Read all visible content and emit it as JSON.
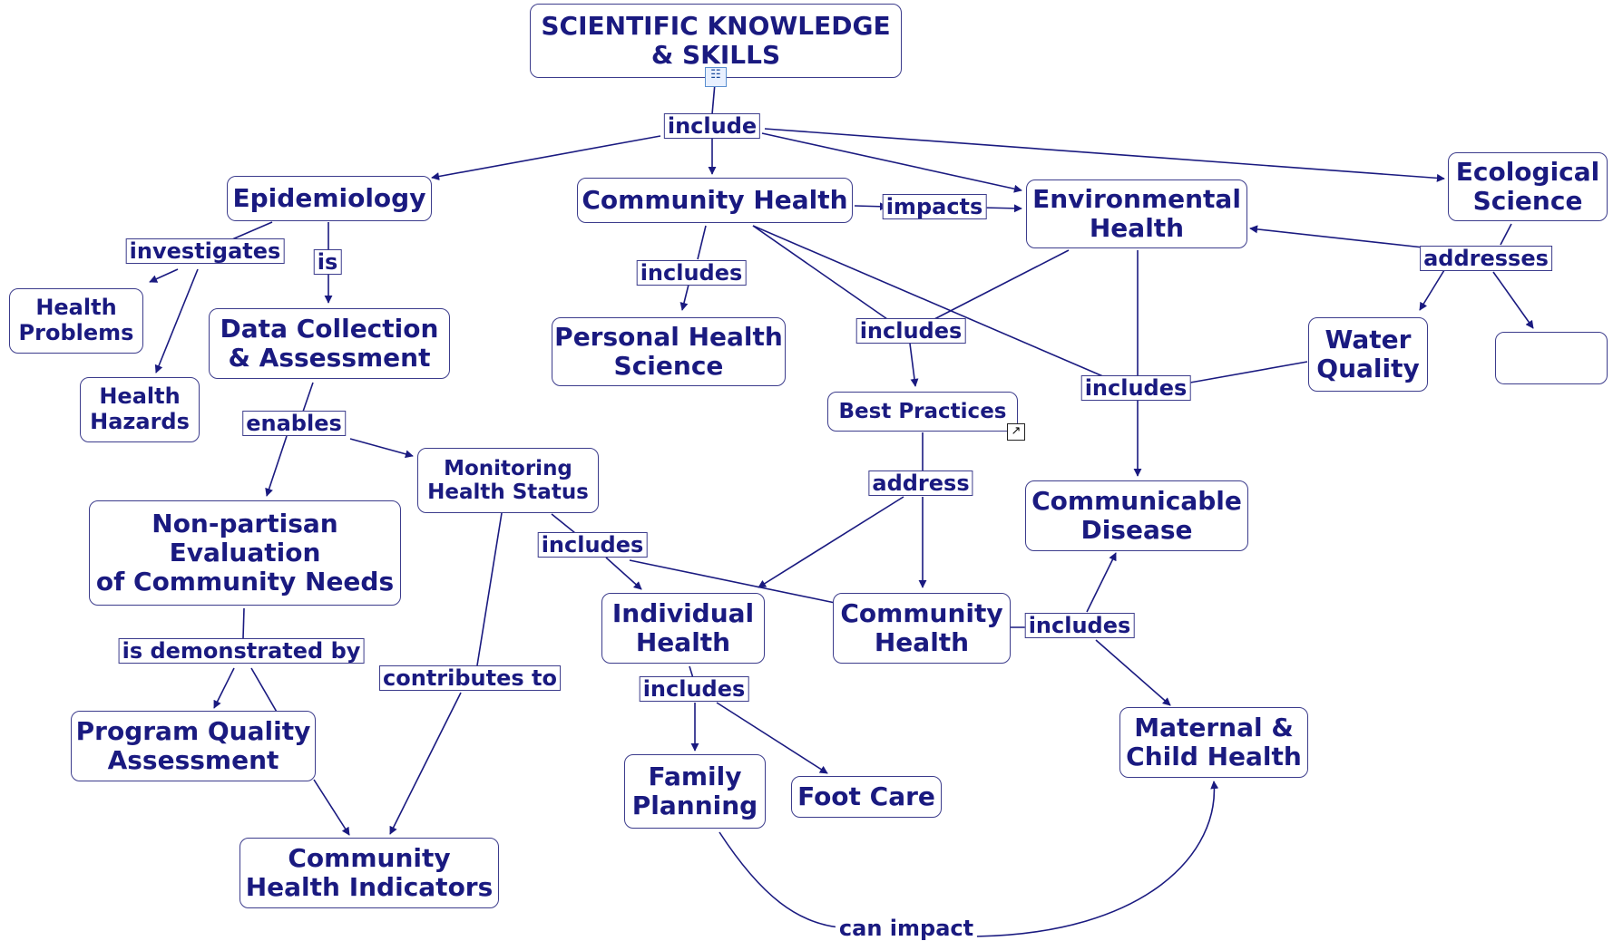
{
  "colors": {
    "line": "#1a1a80",
    "text": "#1a1a80",
    "border": "#3c3c8c",
    "background": "#ffffff"
  },
  "nodes": {
    "scientific_knowledge": "SCIENTIFIC KNOWLEDGE\n& SKILLS",
    "epidemiology": "Epidemiology",
    "community_health_top": "Community Health",
    "environmental_health": "Environmental\nHealth",
    "ecological_science": "Ecological\nScience",
    "health_problems": "Health\nProblems",
    "health_hazards": "Health\nHazards",
    "data_collection": "Data Collection\n& Assessment",
    "personal_health_science": "Personal Health\nScience",
    "water_quality": "Water\nQuality",
    "empty_node": "",
    "best_practices": "Best Practices",
    "monitoring_health_status": "Monitoring\nHealth Status",
    "non_partisan_evaluation": "Non-partisan\nEvaluation\nof Community Needs",
    "communicable_disease": "Communicable\nDisease",
    "individual_health": "Individual\nHealth",
    "community_health_mid": "Community\nHealth",
    "program_quality_assessment": "Program Quality\nAssessment",
    "maternal_child_health": "Maternal &\nChild Health",
    "family_planning": "Family\nPlanning",
    "foot_care": "Foot Care",
    "community_health_indicators": "Community\nHealth Indicators"
  },
  "links": {
    "include": "include",
    "impacts": "impacts",
    "investigates": "investigates",
    "is": "is",
    "includes_personal": "includes",
    "addresses": "addresses",
    "includes_best_practices": "includes",
    "includes_communicable": "includes",
    "enables": "enables",
    "address": "address",
    "includes_monitoring": "includes",
    "is_demonstrated_by": "is demonstrated by",
    "contributes_to": "contributes to",
    "includes_community": "includes",
    "includes_individual": "includes",
    "can_impact": "can impact"
  },
  "icons": {
    "submap": "concept-map-icon",
    "external_link": "external-link-icon"
  }
}
